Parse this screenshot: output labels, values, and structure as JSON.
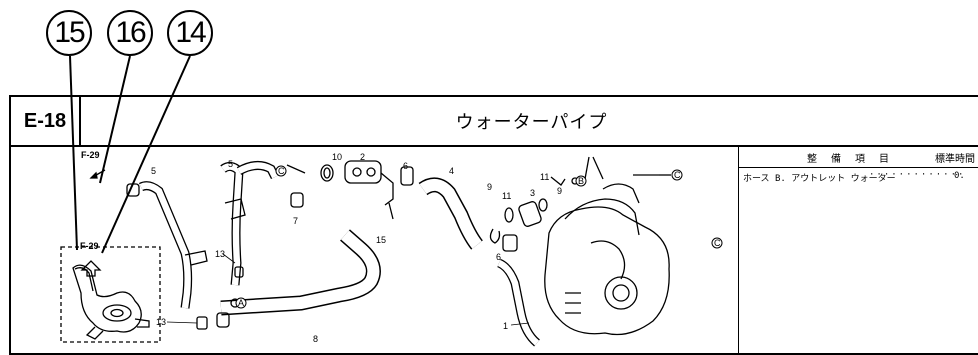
{
  "callouts": [
    "15",
    "16",
    "14"
  ],
  "section": {
    "code": "E-18",
    "title": "ウォーターパイプ"
  },
  "sidebar": {
    "header": "整備項目",
    "header_std": "標準時間",
    "rows": [
      {
        "name": "ホース B. アウトレット ウォーター",
        "dots": "·············",
        "value": "0."
      }
    ]
  },
  "diagram": {
    "refs": {
      "f29_top": "F-29",
      "f29_bottom": "F-29"
    },
    "part_numbers": [
      "1",
      "2",
      "3",
      "4",
      "5",
      "5",
      "6",
      "6",
      "7",
      "8",
      "9",
      "9",
      "10",
      "11",
      "11",
      "13",
      "13",
      "15"
    ],
    "circle_markers": [
      "C",
      "C",
      "C",
      "B",
      "A"
    ]
  }
}
